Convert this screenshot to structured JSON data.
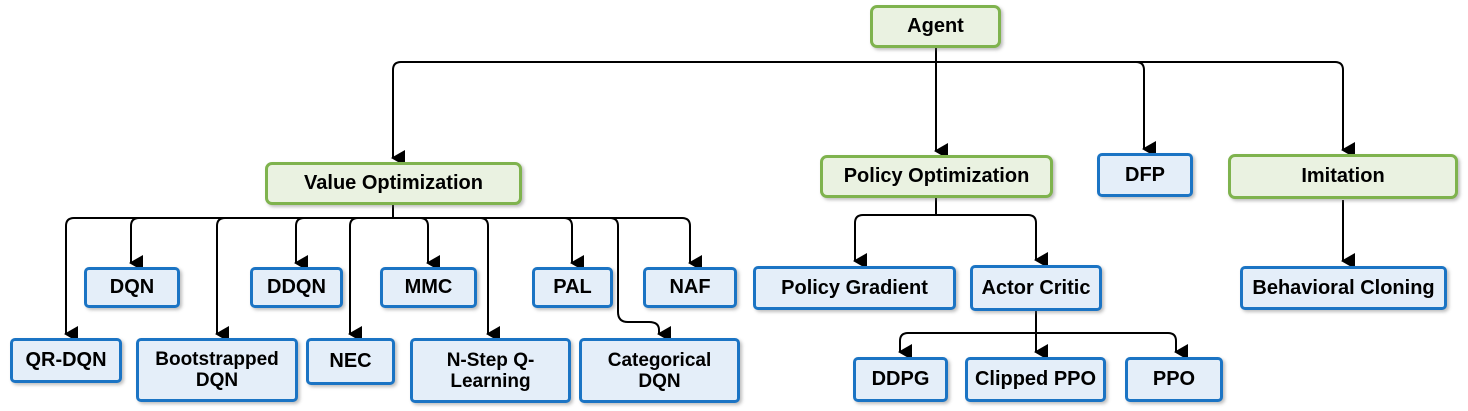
{
  "diagram": {
    "type": "hierarchy-tree",
    "nodes": {
      "agent": {
        "label": "Agent",
        "kind": "category"
      },
      "value_optimization": {
        "label": "Value Optimization",
        "kind": "category"
      },
      "policy_optimization": {
        "label": "Policy Optimization",
        "kind": "category"
      },
      "dfp": {
        "label": "DFP",
        "kind": "algorithm"
      },
      "imitation": {
        "label": "Imitation",
        "kind": "category"
      },
      "dqn": {
        "label": "DQN",
        "kind": "algorithm"
      },
      "ddqn": {
        "label": "DDQN",
        "kind": "algorithm"
      },
      "mmc": {
        "label": "MMC",
        "kind": "algorithm"
      },
      "pal": {
        "label": "PAL",
        "kind": "algorithm"
      },
      "naf": {
        "label": "NAF",
        "kind": "algorithm"
      },
      "qr_dqn": {
        "label": "QR-DQN",
        "kind": "algorithm"
      },
      "bootstrapped_dqn": {
        "label": "Bootstrapped DQN",
        "kind": "algorithm"
      },
      "nec": {
        "label": "NEC",
        "kind": "algorithm"
      },
      "n_step_q_learning": {
        "label": "N-Step Q-Learning",
        "kind": "algorithm"
      },
      "categorical_dqn": {
        "label": "Categorical DQN",
        "kind": "algorithm"
      },
      "policy_gradient": {
        "label": "Policy Gradient",
        "kind": "algorithm"
      },
      "actor_critic": {
        "label": "Actor Critic",
        "kind": "algorithm"
      },
      "behavioral_cloning": {
        "label": "Behavioral Cloning",
        "kind": "algorithm"
      },
      "ddpg": {
        "label": "DDPG",
        "kind": "algorithm"
      },
      "clipped_ppo": {
        "label": "Clipped PPO",
        "kind": "algorithm"
      },
      "ppo": {
        "label": "PPO",
        "kind": "algorithm"
      }
    },
    "edges": [
      [
        "agent",
        "value_optimization"
      ],
      [
        "agent",
        "policy_optimization"
      ],
      [
        "agent",
        "dfp"
      ],
      [
        "agent",
        "imitation"
      ],
      [
        "value_optimization",
        "dqn"
      ],
      [
        "value_optimization",
        "ddqn"
      ],
      [
        "value_optimization",
        "mmc"
      ],
      [
        "value_optimization",
        "pal"
      ],
      [
        "value_optimization",
        "naf"
      ],
      [
        "value_optimization",
        "qr_dqn"
      ],
      [
        "value_optimization",
        "bootstrapped_dqn"
      ],
      [
        "value_optimization",
        "nec"
      ],
      [
        "value_optimization",
        "n_step_q_learning"
      ],
      [
        "value_optimization",
        "categorical_dqn"
      ],
      [
        "policy_optimization",
        "policy_gradient"
      ],
      [
        "policy_optimization",
        "actor_critic"
      ],
      [
        "imitation",
        "behavioral_cloning"
      ],
      [
        "actor_critic",
        "ddpg"
      ],
      [
        "actor_critic",
        "clipped_ppo"
      ],
      [
        "actor_critic",
        "ppo"
      ]
    ],
    "colors": {
      "category_fill": "#EAF2E1",
      "category_border": "#7FB34E",
      "algorithm_fill": "#E4EEF9",
      "algorithm_border": "#1B74C4",
      "connector": "#000000",
      "text": "#000000",
      "background": "#FFFFFF"
    }
  }
}
